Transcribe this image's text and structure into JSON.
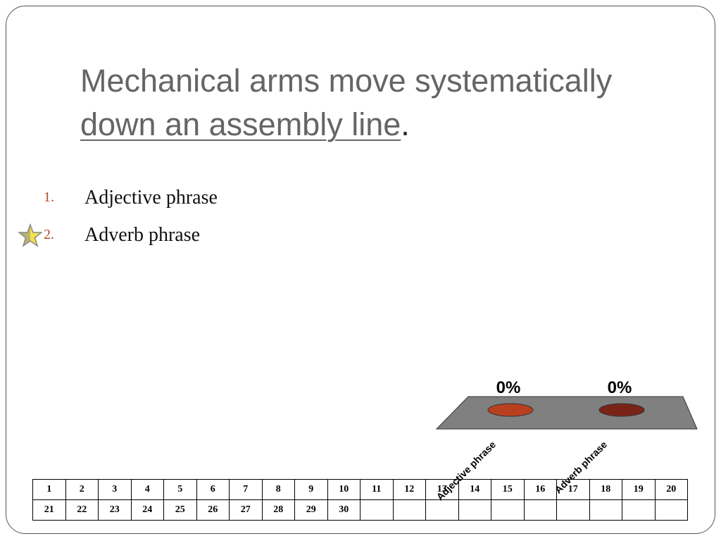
{
  "slide": {
    "title_line1": "Mechanical arms move systematically",
    "title_underlined": "down an assembly line",
    "title_end": "."
  },
  "options": [
    {
      "number": "1.",
      "label": "Adjective phrase",
      "correct": false
    },
    {
      "number": "2.",
      "label": "Adverb phrase",
      "correct": true
    }
  ],
  "chart_data": {
    "type": "bar",
    "categories": [
      "Adjective phrase",
      "Adverb phrase"
    ],
    "values": [
      0,
      0
    ],
    "value_labels": [
      "0%",
      "0%"
    ],
    "colors": [
      "#b8401e",
      "#7a2418"
    ]
  },
  "response_grid": {
    "rows": [
      [
        "1",
        "2",
        "3",
        "4",
        "5",
        "6",
        "7",
        "8",
        "9",
        "10",
        "11",
        "12",
        "13",
        "14",
        "15",
        "16",
        "17",
        "18",
        "19",
        "20"
      ],
      [
        "21",
        "22",
        "23",
        "24",
        "25",
        "26",
        "27",
        "28",
        "29",
        "30",
        "",
        "",
        "",
        "",
        "",
        "",
        "",
        "",
        "",
        ""
      ]
    ]
  },
  "colors": {
    "title": "#666466",
    "option_number": "#b04a2a",
    "platform": "#808080",
    "star": "#f2e24a"
  }
}
